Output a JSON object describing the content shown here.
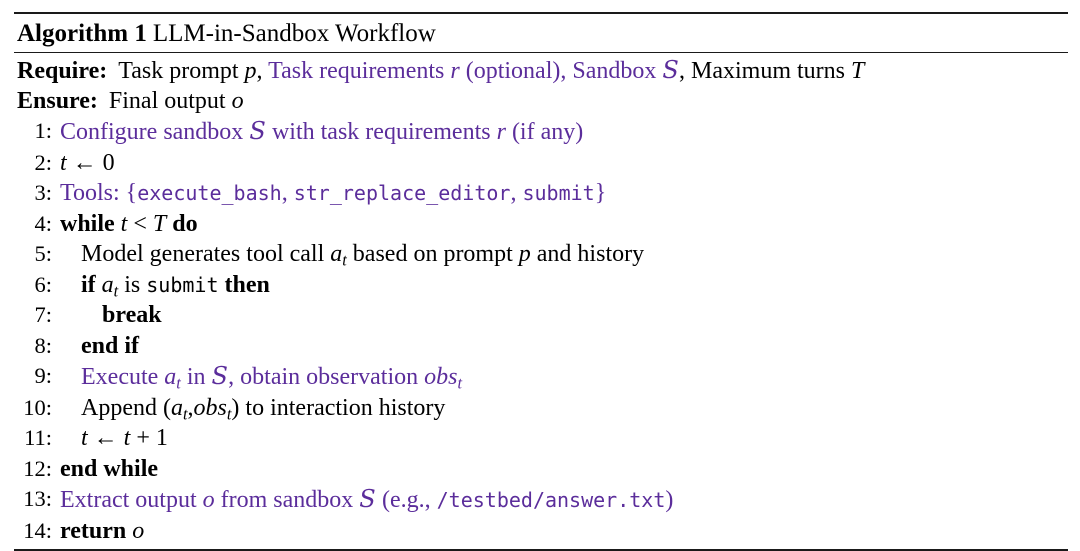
{
  "algorithm": {
    "label": "Algorithm 1",
    "title": "LLM-in-Sandbox Workflow",
    "accent_color": "#5B2D9B",
    "text_color": "#000000",
    "io": [
      {
        "keyword": "Require:",
        "segments": [
          {
            "text": "Task prompt ",
            "style": "plain"
          },
          {
            "text": "p",
            "style": "math-italic"
          },
          {
            "text": ", ",
            "style": "plain"
          },
          {
            "text": "Task requirements ",
            "style": "accent"
          },
          {
            "text": "r",
            "style": "accent-math-italic"
          },
          {
            "text": " (optional), Sandbox ",
            "style": "accent"
          },
          {
            "text": "S",
            "style": "accent-calligraphic"
          },
          {
            "text": ", Maximum turns ",
            "style": "plain"
          },
          {
            "text": "T",
            "style": "math-italic"
          }
        ],
        "plain_text": "Require: Task prompt p, Task requirements r (optional), Sandbox S, Maximum turns T"
      },
      {
        "keyword": "Ensure:",
        "segments": [
          {
            "text": "Final output ",
            "style": "plain"
          },
          {
            "text": "o",
            "style": "math-italic"
          }
        ],
        "plain_text": "Ensure: Final output o"
      }
    ],
    "steps": [
      {
        "number": "1:",
        "indent": 0,
        "accent": true,
        "plain_text": "Configure sandbox S with task requirements r (if any)"
      },
      {
        "number": "2:",
        "indent": 0,
        "accent": false,
        "plain_text": "t ← 0"
      },
      {
        "number": "3:",
        "indent": 0,
        "accent": true,
        "plain_text": "Tools: {execute_bash, str_replace_editor, submit}",
        "tools": [
          "execute_bash",
          "str_replace_editor",
          "submit"
        ],
        "tools_label": "Tools:"
      },
      {
        "number": "4:",
        "indent": 0,
        "accent": false,
        "plain_text": "while t < T do"
      },
      {
        "number": "5:",
        "indent": 1,
        "accent": false,
        "plain_text": "Model generates tool call a_t based on prompt p and history"
      },
      {
        "number": "6:",
        "indent": 1,
        "accent": false,
        "plain_text": "if a_t is submit then"
      },
      {
        "number": "7:",
        "indent": 2,
        "accent": false,
        "plain_text": "break"
      },
      {
        "number": "8:",
        "indent": 1,
        "accent": false,
        "plain_text": "end if"
      },
      {
        "number": "9:",
        "indent": 1,
        "accent": true,
        "plain_text": "Execute a_t in S, obtain observation obs_t"
      },
      {
        "number": "10:",
        "indent": 1,
        "accent": false,
        "plain_text": "Append (a_t, obs_t) to interaction history"
      },
      {
        "number": "11:",
        "indent": 1,
        "accent": false,
        "plain_text": "t ← t + 1"
      },
      {
        "number": "12:",
        "indent": 0,
        "accent": false,
        "plain_text": "end while"
      },
      {
        "number": "13:",
        "indent": 0,
        "accent": true,
        "plain_text": "Extract output o from sandbox S (e.g., /testbed/answer.txt)",
        "path": "/testbed/answer.txt"
      },
      {
        "number": "14:",
        "indent": 0,
        "accent": false,
        "plain_text": "return o"
      }
    ],
    "tokens": {
      "while": "while",
      "do": "do",
      "if": "if",
      "then": "then",
      "break": "break",
      "end_if": "end if",
      "end_while": "end while",
      "return": "return",
      "submit": "submit",
      "configure_pre": "Configure sandbox",
      "configure_mid": "with task requirements",
      "configure_post": "(if any)",
      "model_pre": "Model generates tool call",
      "model_mid": "based on prompt",
      "model_post": "and history",
      "if_is": "is",
      "execute_pre": "Execute",
      "execute_in": "in",
      "execute_post": "obtain observation",
      "append_pre": "Append",
      "append_post": "to interaction history",
      "extract_pre": "Extract output",
      "extract_mid": "from sandbox",
      "extract_eg": "(e.g.,",
      "extract_close": ")",
      "arrow": "←",
      "less_than": "<",
      "zero": "0",
      "one": "1",
      "plus": "+",
      "comma": ",",
      "lparen": "(",
      "rparen": ")",
      "lbrace": "{",
      "rbrace": "}",
      "var_t": "t",
      "var_T": "T",
      "var_a": "a",
      "var_p": "p",
      "var_o": "o",
      "var_r": "r",
      "var_S": "S",
      "var_obs": "obs"
    }
  }
}
